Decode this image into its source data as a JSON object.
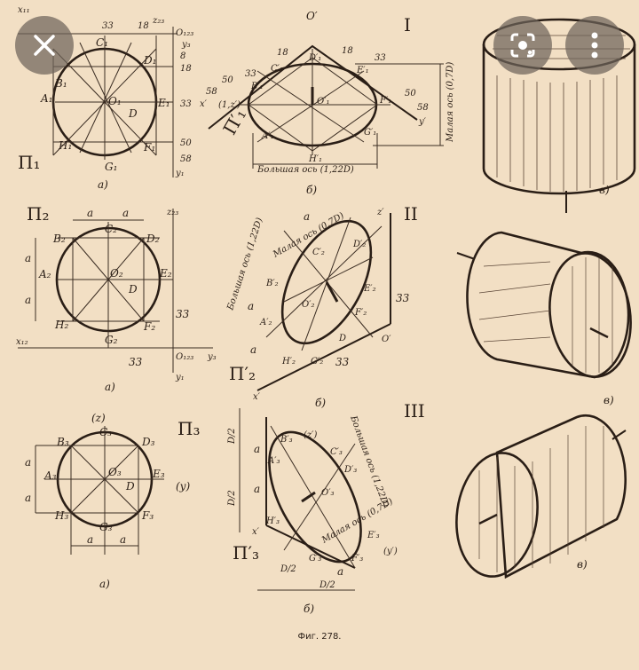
{
  "overlay": {
    "close_icon": "close-icon",
    "lens_icon": "lens-icon",
    "more_icon": "more-vertical-icon"
  },
  "roman": [
    "I",
    "II",
    "III"
  ],
  "sub": {
    "a": "а)",
    "b": "б)",
    "v": "в)"
  },
  "planes": {
    "p1": "П₁",
    "p2": "П₂",
    "p3": "П₃",
    "p1p": "П′₁",
    "p2p": "П′₂",
    "p3p": "П′₃"
  },
  "fig1a": {
    "points": [
      "B₁",
      "C₁",
      "D₁",
      "A₁",
      "O₁",
      "E₁",
      "H₁",
      "F₁",
      "G₁",
      "D"
    ],
    "axes": [
      "x₁₁",
      "z₂₃",
      "O₁₂₃",
      "y₃",
      "y₁"
    ],
    "dims": [
      "33",
      "18",
      "8",
      "18",
      "33",
      "50",
      "58"
    ]
  },
  "fig1b": {
    "points": [
      "O′",
      "B′₁",
      "C′₁",
      "D′₁",
      "E′₁",
      "O′₁",
      "F′₁",
      "A′₁",
      "H′₁",
      "G′₁",
      "(1,z′)",
      "x′",
      "y′"
    ],
    "dims": [
      "33",
      "18",
      "50",
      "58",
      "33",
      "18",
      "50",
      "58"
    ],
    "major": "Большая ось (1,22D)",
    "minor": "Малая ось (0,7D)"
  },
  "fig2a": {
    "points": [
      "B₂",
      "C₂",
      "D₂",
      "A₂",
      "O₂",
      "E₂",
      "H₂",
      "G₂",
      "F₂",
      "D"
    ],
    "axes": [
      "z₂₃",
      "x₁₂",
      "O₁₂₃",
      "y₃",
      "y₁"
    ],
    "dims": [
      "a",
      "a",
      "a",
      "a",
      "33",
      "33"
    ]
  },
  "fig2b": {
    "points": [
      "z′",
      "B′₂",
      "C′₂",
      "D′₂",
      "A′₂",
      "O′₂",
      "E′₂",
      "F′₂",
      "H′₂",
      "G′₂",
      "O′",
      "x′",
      "D"
    ],
    "dims": [
      "a",
      "a",
      "a",
      "33",
      "33"
    ],
    "major": "Большая ось (1,22D)",
    "minor": "Малая ось (0,7D)"
  },
  "fig3a": {
    "points": [
      "(z)",
      "C₃",
      "B₃",
      "D₃",
      "A₃",
      "O₃",
      "E₃",
      "(y)",
      "H₃",
      "G₃",
      "F₃",
      "D"
    ],
    "dims": [
      "a",
      "a",
      "a",
      "a"
    ]
  },
  "fig3b": {
    "points": [
      "B′₃",
      "(z′)",
      "C′₃",
      "A′₃",
      "D′₃",
      "O′₃",
      "E′₃",
      "H′₃",
      "G′₃",
      "F′₃",
      "(y′)",
      "x′"
    ],
    "dims": [
      "D/2",
      "D/2",
      "a",
      "a",
      "D/2",
      "D/2",
      "a"
    ],
    "major": "Большая ось (1,22D)",
    "minor": "Малая ось (0,7D)"
  },
  "caption": "Фиг. 278."
}
